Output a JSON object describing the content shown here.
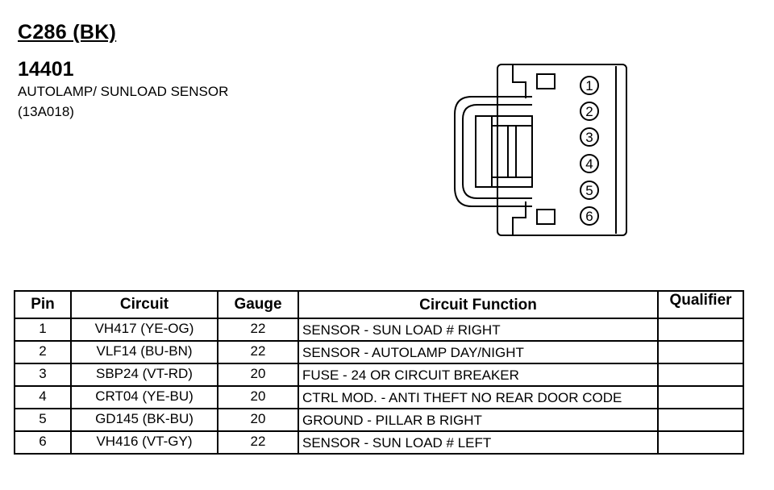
{
  "header": {
    "connector_id": "C286 (BK)",
    "part_number": "14401",
    "part_name": "AUTOLAMP/ SUNLOAD SENSOR",
    "part_code": "(13A018)"
  },
  "diagram": {
    "pin_labels": [
      "1",
      "2",
      "3",
      "4",
      "5",
      "6"
    ]
  },
  "table": {
    "headers": {
      "pin": "Pin",
      "circuit": "Circuit",
      "gauge": "Gauge",
      "function": "Circuit Function",
      "qualifier": "Qualifier"
    },
    "rows": [
      {
        "pin": "1",
        "circuit": "VH417 (YE-OG)",
        "gauge": "22",
        "function": "SENSOR - SUN LOAD # RIGHT",
        "qualifier": ""
      },
      {
        "pin": "2",
        "circuit": "VLF14 (BU-BN)",
        "gauge": "22",
        "function": "SENSOR - AUTOLAMP DAY/NIGHT",
        "qualifier": ""
      },
      {
        "pin": "3",
        "circuit": "SBP24 (VT-RD)",
        "gauge": "20",
        "function": "FUSE - 24 OR CIRCUIT BREAKER",
        "qualifier": ""
      },
      {
        "pin": "4",
        "circuit": "CRT04 (YE-BU)",
        "gauge": "20",
        "function": "CTRL MOD. - ANTI THEFT NO REAR DOOR CODE",
        "qualifier": ""
      },
      {
        "pin": "5",
        "circuit": "GD145 (BK-BU)",
        "gauge": "20",
        "function": "GROUND - PILLAR B RIGHT",
        "qualifier": ""
      },
      {
        "pin": "6",
        "circuit": "VH416 (VT-GY)",
        "gauge": "22",
        "function": "SENSOR - SUN LOAD # LEFT",
        "qualifier": ""
      }
    ]
  }
}
